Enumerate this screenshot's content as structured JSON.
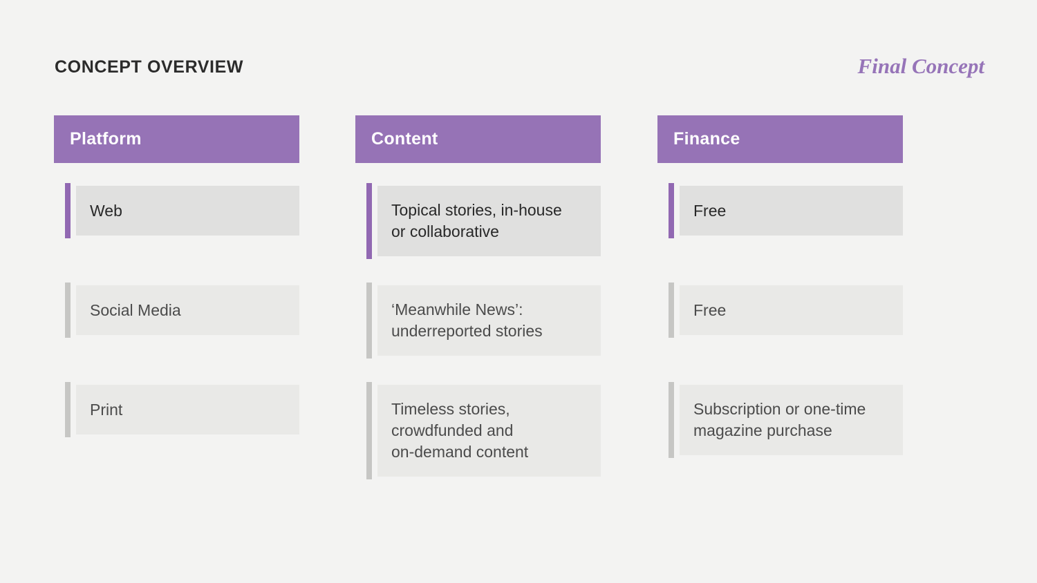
{
  "page": {
    "title": "CONCEPT OVERVIEW",
    "tagline": "Final Concept"
  },
  "colors": {
    "background": "#f3f3f2",
    "header_purple": "#9673b6",
    "accent_purple": "#9168b2",
    "accent_gray": "#c6c6c4",
    "cell_highlight_gray": "#e0e0df",
    "cell_gray": "#e9e9e7",
    "tagline_purple": "#9674b8",
    "title_text": "#2b2b2b"
  },
  "columns": [
    {
      "header": "Platform",
      "rows": [
        {
          "text": "Web",
          "highlighted": true
        },
        {
          "text": "Social Media",
          "highlighted": false
        },
        {
          "text": "Print",
          "highlighted": false
        }
      ]
    },
    {
      "header": "Content",
      "rows": [
        {
          "text": "Topical stories, in-house\nor collaborative",
          "highlighted": true
        },
        {
          "text": "‘Meanwhile News’:\nunderreported stories",
          "highlighted": false
        },
        {
          "text": "Timeless stories,\ncrowdfunded and\non-demand content",
          "highlighted": false
        }
      ]
    },
    {
      "header": "Finance",
      "rows": [
        {
          "text": "Free",
          "highlighted": true
        },
        {
          "text": "Free",
          "highlighted": false
        },
        {
          "text": "Subscription or one-time\nmagazine purchase",
          "highlighted": false
        }
      ]
    }
  ]
}
